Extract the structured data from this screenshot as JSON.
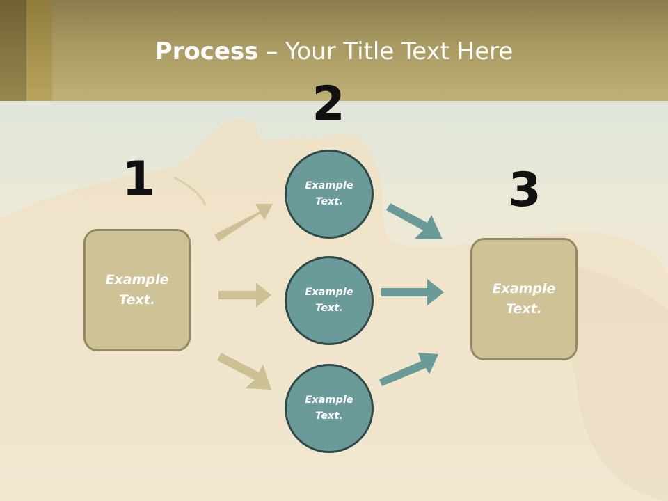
{
  "slide": {
    "title_bold": "Process",
    "title_rest": " – Your Title Text Here"
  },
  "steps": {
    "step1": {
      "number": "1",
      "box_text": "Example\nText."
    },
    "step2": {
      "number": "2",
      "circles": [
        {
          "text": "Example\nText."
        },
        {
          "text": "Example\nText."
        },
        {
          "text": "Example\nText."
        }
      ]
    },
    "step3": {
      "number": "3",
      "box_text": "Example\nText."
    }
  },
  "colors": {
    "header": "#b3a56c",
    "box_fill": "#cfc296",
    "box_border": "#948a62",
    "circle_fill": "#6b9b98",
    "circle_border": "#2f4a48",
    "arrow_tan": "#cdc095",
    "arrow_teal": "#6b9b98"
  }
}
